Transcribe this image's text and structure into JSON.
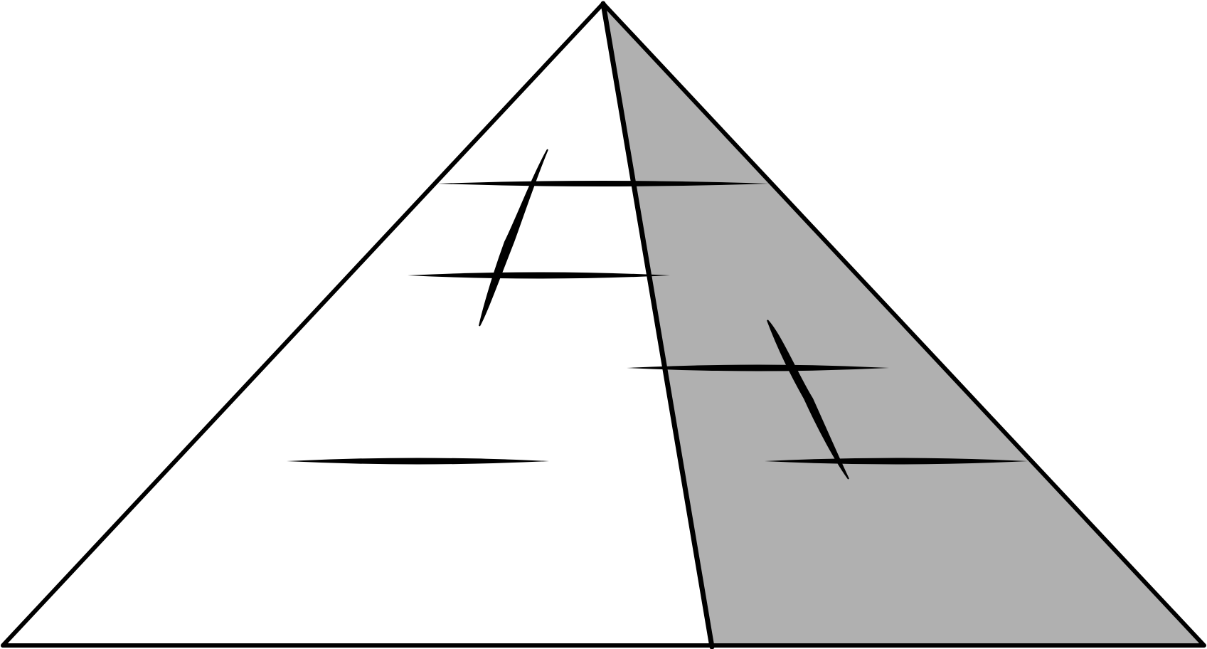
{
  "diagram": {
    "colors": {
      "background": "#ffffff",
      "outline": "#000000",
      "left_face": "#ffffff",
      "right_face": "#b0b0b0",
      "brush_stroke": "#000000"
    },
    "shape": "pyramid",
    "faces": [
      {
        "id": "left-face",
        "shade": "light"
      },
      {
        "id": "right-face",
        "shade": "shaded"
      }
    ],
    "marks": [
      {
        "id": "horizontal-stroke-1",
        "kind": "horizontal-brush-stroke"
      },
      {
        "id": "horizontal-stroke-2",
        "kind": "horizontal-brush-stroke"
      },
      {
        "id": "horizontal-stroke-3",
        "kind": "horizontal-brush-stroke"
      },
      {
        "id": "horizontal-stroke-4",
        "kind": "horizontal-brush-stroke"
      },
      {
        "id": "horizontal-stroke-5",
        "kind": "horizontal-brush-stroke"
      },
      {
        "id": "diagonal-stroke-1",
        "kind": "diagonal-brush-stroke"
      },
      {
        "id": "diagonal-stroke-2",
        "kind": "diagonal-brush-stroke"
      }
    ]
  }
}
